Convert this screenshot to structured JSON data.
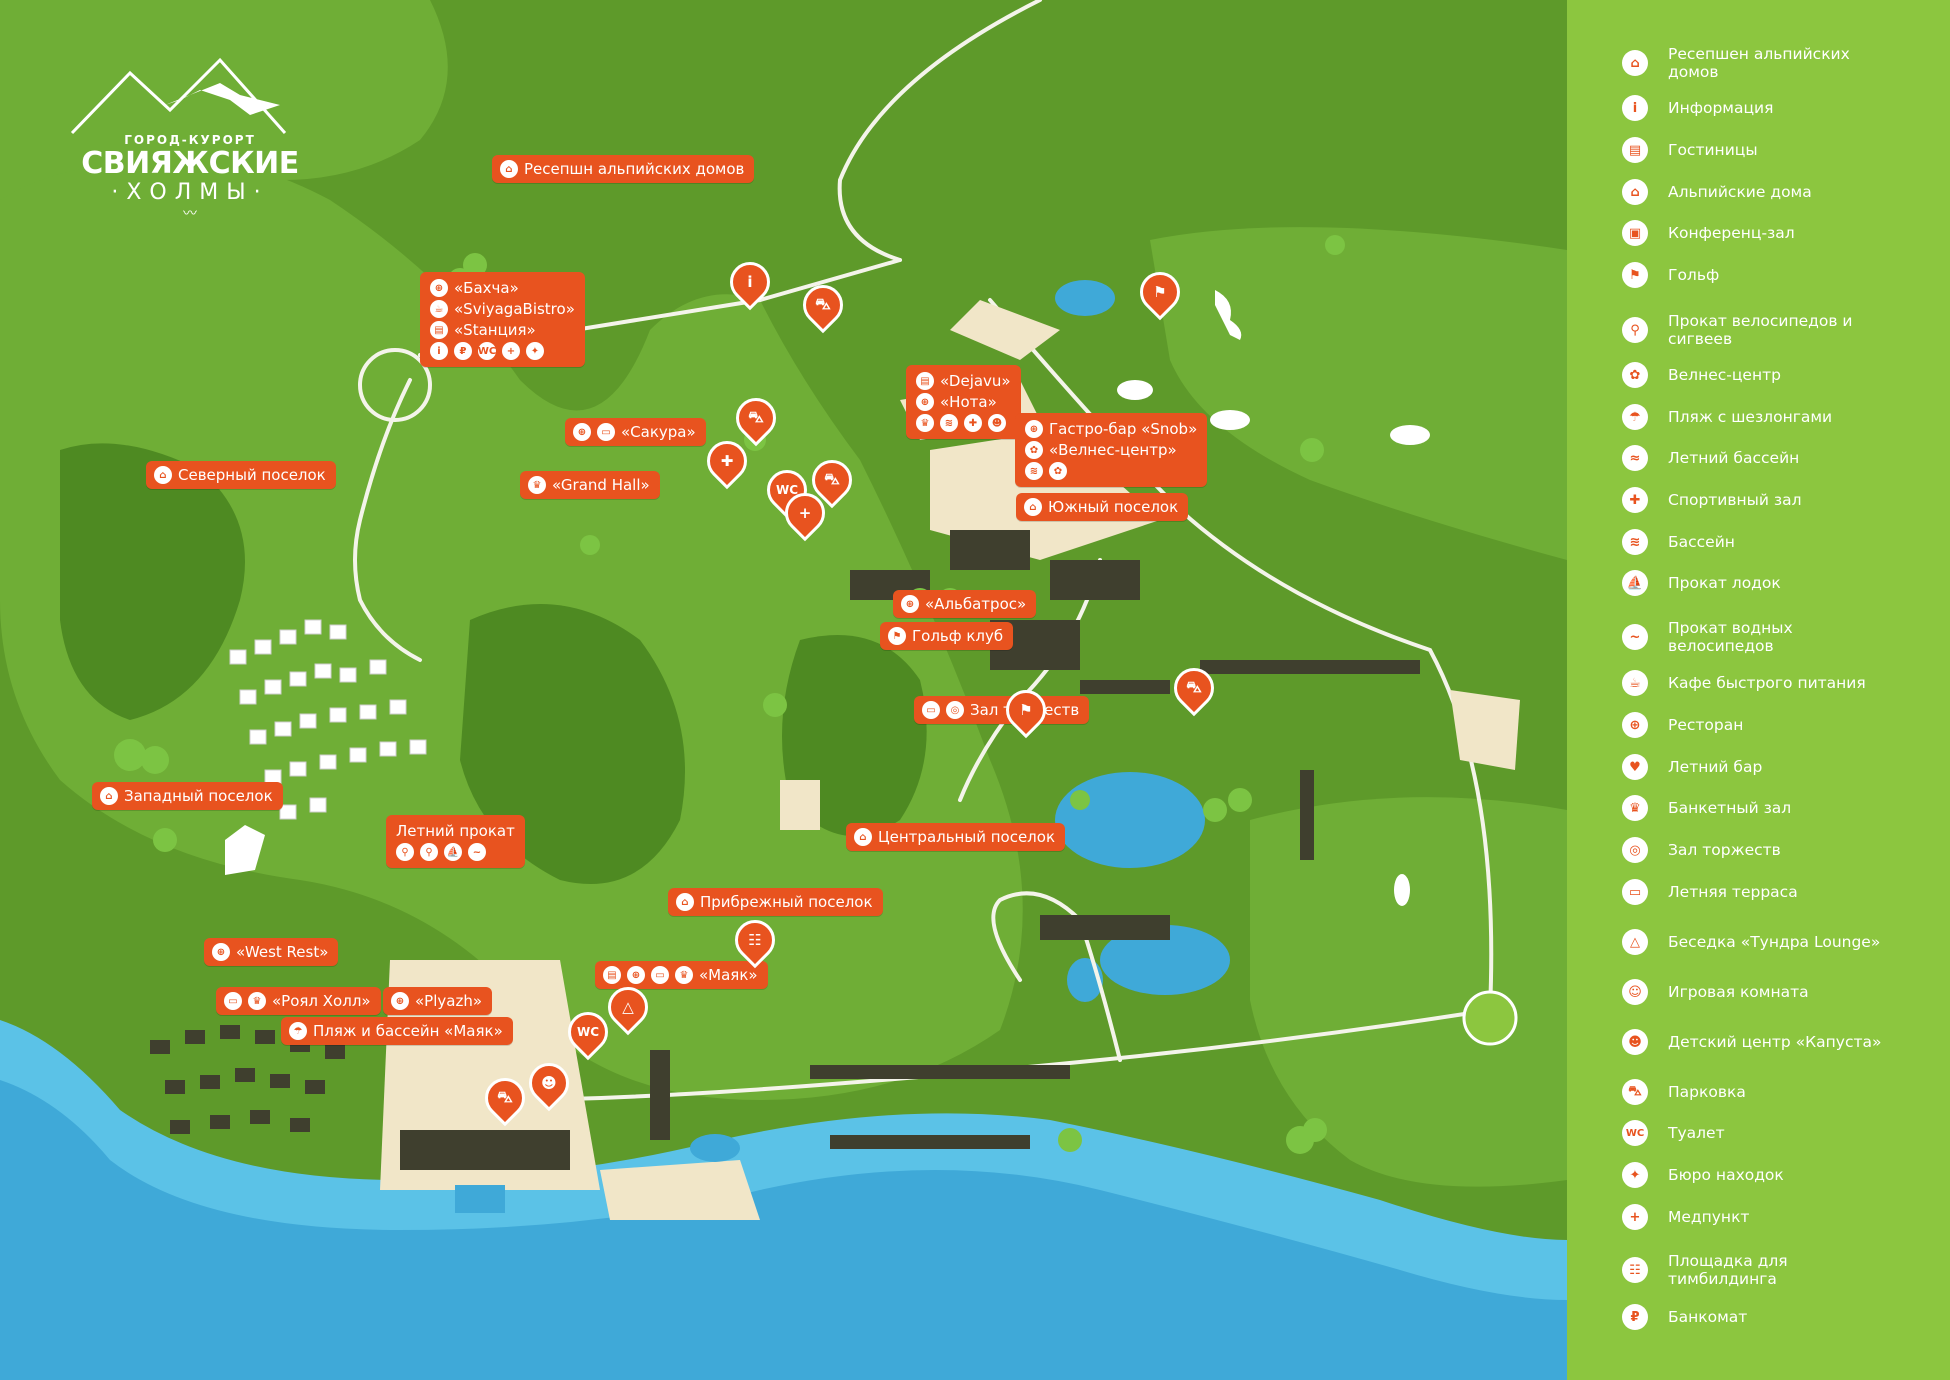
{
  "logo": {
    "sub": "ГОРОД-КУРОРТ",
    "main": "СВИЯЖСКИЕ",
    "main2": "·ХОЛМЫ·"
  },
  "colors": {
    "accent": "#e8531f",
    "grass_dark": "#4e8a22",
    "grass": "#5e9a2a",
    "grass_light": "#6fae36",
    "water": "#5bc2e7",
    "legend_bg": "#8cc63f",
    "building": "#f1e6c8"
  },
  "map": {
    "labels": [
      {
        "id": "reception",
        "text": "Ресепшн альпийских домов",
        "icons": [
          "house-icon"
        ]
      },
      {
        "id": "bakhcha",
        "multi": true,
        "lines": [
          {
            "icons": [
              "restaurant-icon"
            ],
            "text": "«Бахча»"
          },
          {
            "icons": [
              "cafe-icon"
            ],
            "text": "«SviyagaBistro»"
          },
          {
            "icons": [
              "hotel-icon"
            ],
            "text": "«Stанция»"
          },
          {
            "icons": [
              "info-icon",
              "atm-icon",
              "wc-icon",
              "medpunkt-icon",
              "lost-found-icon"
            ],
            "text": ""
          }
        ]
      },
      {
        "id": "sakura",
        "text": "«Сакура»",
        "icons": [
          "restaurant-icon",
          "terrace-icon"
        ]
      },
      {
        "id": "grandhall",
        "text": "«Grand Hall»",
        "icons": [
          "banquet-icon"
        ]
      },
      {
        "id": "north",
        "text": "Северный поселок",
        "icons": [
          "house-icon"
        ]
      },
      {
        "id": "dejavu",
        "multi": true,
        "lines": [
          {
            "icons": [
              "hotel-icon"
            ],
            "text": "«Dejavu»"
          },
          {
            "icons": [
              "restaurant-icon"
            ],
            "text": "«Нота»"
          },
          {
            "icons": [
              "banquet-icon",
              "pool-icon",
              "gym-icon",
              "kids-icon"
            ],
            "text": ""
          }
        ]
      },
      {
        "id": "snob",
        "multi": true,
        "lines": [
          {
            "icons": [
              "restaurant-icon"
            ],
            "text": "Гастро-бар «Snob»"
          },
          {
            "icons": [
              "spa-icon"
            ],
            "text": "«Велнес-центр»"
          },
          {
            "icons": [
              "pool-icon",
              "spa-icon"
            ],
            "text": ""
          }
        ]
      },
      {
        "id": "south",
        "text": "Южный поселок",
        "icons": [
          "house-icon"
        ]
      },
      {
        "id": "albatros",
        "text": "«Альбатрос»",
        "icons": [
          "restaurant-icon"
        ]
      },
      {
        "id": "golfclub",
        "text": "Гольф клуб",
        "icons": [
          "golf-icon"
        ]
      },
      {
        "id": "hall",
        "text": "Зал торжеств",
        "icons": [
          "terrace-icon",
          "celebration-icon"
        ]
      },
      {
        "id": "west",
        "text": "Западный поселок",
        "icons": [
          "house-icon"
        ]
      },
      {
        "id": "summer",
        "multi": true,
        "lines": [
          {
            "icons": [],
            "text": "Летний прокат"
          },
          {
            "icons": [
              "scooter-icon",
              "bike-icon",
              "boat-icon",
              "waterbike-icon"
            ],
            "text": ""
          }
        ]
      },
      {
        "id": "central",
        "text": "Центральный поселок",
        "icons": [
          "house-icon"
        ]
      },
      {
        "id": "coastal",
        "text": "Прибрежный поселок",
        "icons": [
          "house-icon"
        ]
      },
      {
        "id": "westrest",
        "text": "«West Rest»",
        "icons": [
          "restaurant-icon"
        ]
      },
      {
        "id": "mayak",
        "text": "«Маяк»",
        "icons": [
          "hotel-icon",
          "restaurant-icon",
          "terrace-icon",
          "banquet-icon"
        ]
      },
      {
        "id": "royal",
        "text": "«Роял Холл»",
        "icons": [
          "terrace-icon",
          "banquet-icon"
        ]
      },
      {
        "id": "plyazh",
        "text": "«Plyazh»",
        "icons": [
          "restaurant-icon"
        ]
      },
      {
        "id": "beachpool",
        "text": "Пляж и бассейн «Маяк»",
        "icons": [
          "beach-icon"
        ]
      }
    ],
    "pins": [
      "info-icon",
      "parking-icon",
      "parking-icon",
      "wc-icon",
      "parking-icon",
      "medpunkt-icon",
      "gym-icon",
      "golf-icon",
      "golf-icon",
      "parking-icon",
      "wc-icon",
      "teambuilding-icon",
      "tundra-icon",
      "parking-icon",
      "kids-icon"
    ]
  },
  "legend": [
    {
      "icon": "reception-icon",
      "glyph": "⌂",
      "text": "Ресепшен альпийских домов"
    },
    {
      "icon": "info-icon",
      "glyph": "i",
      "text": "Информация"
    },
    {
      "icon": "hotel-icon",
      "glyph": "▤",
      "text": "Гостиницы"
    },
    {
      "icon": "alpine-house-icon",
      "glyph": "⌂",
      "text": "Альпийские дома"
    },
    {
      "icon": "conference-icon",
      "glyph": "▣",
      "text": "Конференц-зал"
    },
    {
      "icon": "golf-icon",
      "glyph": "⚑",
      "text": "Гольф"
    },
    {
      "icon": "bike-rental-icon",
      "glyph": "⚲",
      "text": "Прокат велосипедов и сигвеев"
    },
    {
      "icon": "wellness-icon",
      "glyph": "✿",
      "text": "Велнес-центр"
    },
    {
      "icon": "beach-icon",
      "glyph": "☂",
      "text": "Пляж с шезлонгами"
    },
    {
      "icon": "summer-pool-icon",
      "glyph": "≈",
      "text": "Летний бассейн"
    },
    {
      "icon": "gym-icon",
      "glyph": "✚",
      "text": "Спортивный зал"
    },
    {
      "icon": "pool-icon",
      "glyph": "≋",
      "text": "Бассейн"
    },
    {
      "icon": "boat-rental-icon",
      "glyph": "⛵",
      "text": "Прокат лодок"
    },
    {
      "icon": "waterbike-rental-icon",
      "glyph": "~",
      "text": "Прокат водных велосипедов"
    },
    {
      "icon": "fastfood-icon",
      "glyph": "☕",
      "text": "Кафе быстрого питания"
    },
    {
      "icon": "restaurant-icon",
      "glyph": "⊕",
      "text": "Ресторан"
    },
    {
      "icon": "summer-bar-icon",
      "glyph": "♥",
      "text": "Летний бар"
    },
    {
      "icon": "banquet-icon",
      "glyph": "♛",
      "text": "Банкетный зал"
    },
    {
      "icon": "celebration-icon",
      "glyph": "◎",
      "text": "Зал торжеств"
    },
    {
      "icon": "terrace-icon",
      "glyph": "▭",
      "text": "Летняя терраса"
    },
    {
      "icon": "tundra-icon",
      "glyph": "△",
      "text": "Беседка «Тундра Lounge»"
    },
    {
      "icon": "playroom-icon",
      "glyph": "☺",
      "text": "Игровая комната"
    },
    {
      "icon": "kids-center-icon",
      "glyph": "☻",
      "text": "Детский центр «Капуста»"
    },
    {
      "icon": "parking-icon",
      "glyph": "⛍",
      "text": "Парковка"
    },
    {
      "icon": "wc-icon",
      "glyph": "WC",
      "text": "Туалет"
    },
    {
      "icon": "lost-found-icon",
      "glyph": "✦",
      "text": "Бюро находок"
    },
    {
      "icon": "medpunkt-icon",
      "glyph": "+",
      "text": "Медпункт"
    },
    {
      "icon": "teambuilding-icon",
      "glyph": "☷",
      "text": "Площадка для тимбилдинга"
    },
    {
      "icon": "atm-icon",
      "glyph": "₽",
      "text": "Банкомат"
    }
  ]
}
